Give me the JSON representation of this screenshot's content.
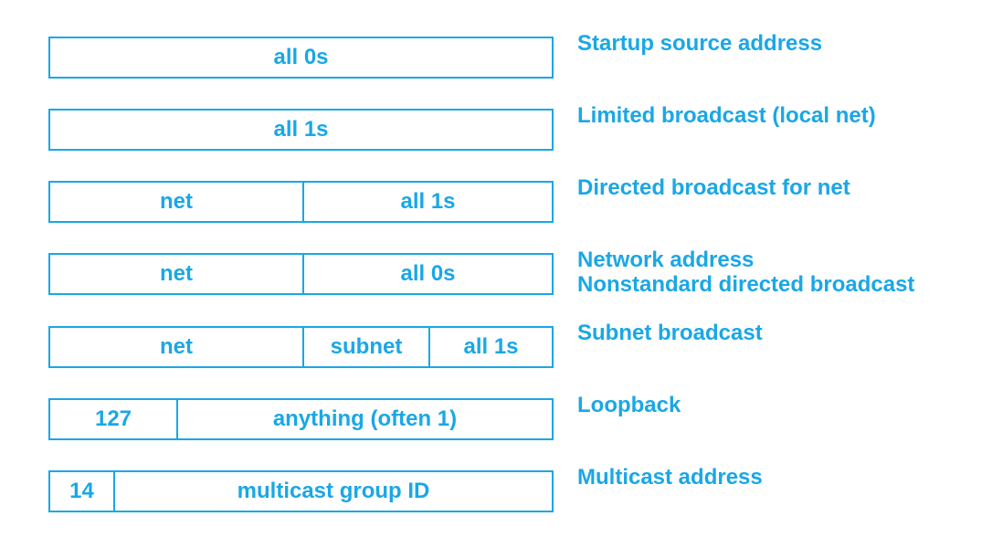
{
  "colors": {
    "accent": "#1aa7e6"
  },
  "rows": [
    {
      "fields": [
        "all 0s"
      ],
      "label": [
        "Startup source address"
      ]
    },
    {
      "fields": [
        "all 1s"
      ],
      "label": [
        "Limited broadcast (local net)"
      ]
    },
    {
      "fields": [
        "net",
        "all 1s"
      ],
      "label": [
        "Directed broadcast for net"
      ]
    },
    {
      "fields": [
        "net",
        "all 0s"
      ],
      "label": [
        "Network address",
        "Nonstandard directed broadcast"
      ]
    },
    {
      "fields": [
        "net",
        "subnet",
        "all 1s"
      ],
      "label": [
        "Subnet broadcast"
      ]
    },
    {
      "fields": [
        "127",
        "anything (often 1)"
      ],
      "label": [
        "Loopback"
      ]
    },
    {
      "fields": [
        "14",
        "multicast group ID"
      ],
      "label": [
        "Multicast address"
      ]
    }
  ]
}
